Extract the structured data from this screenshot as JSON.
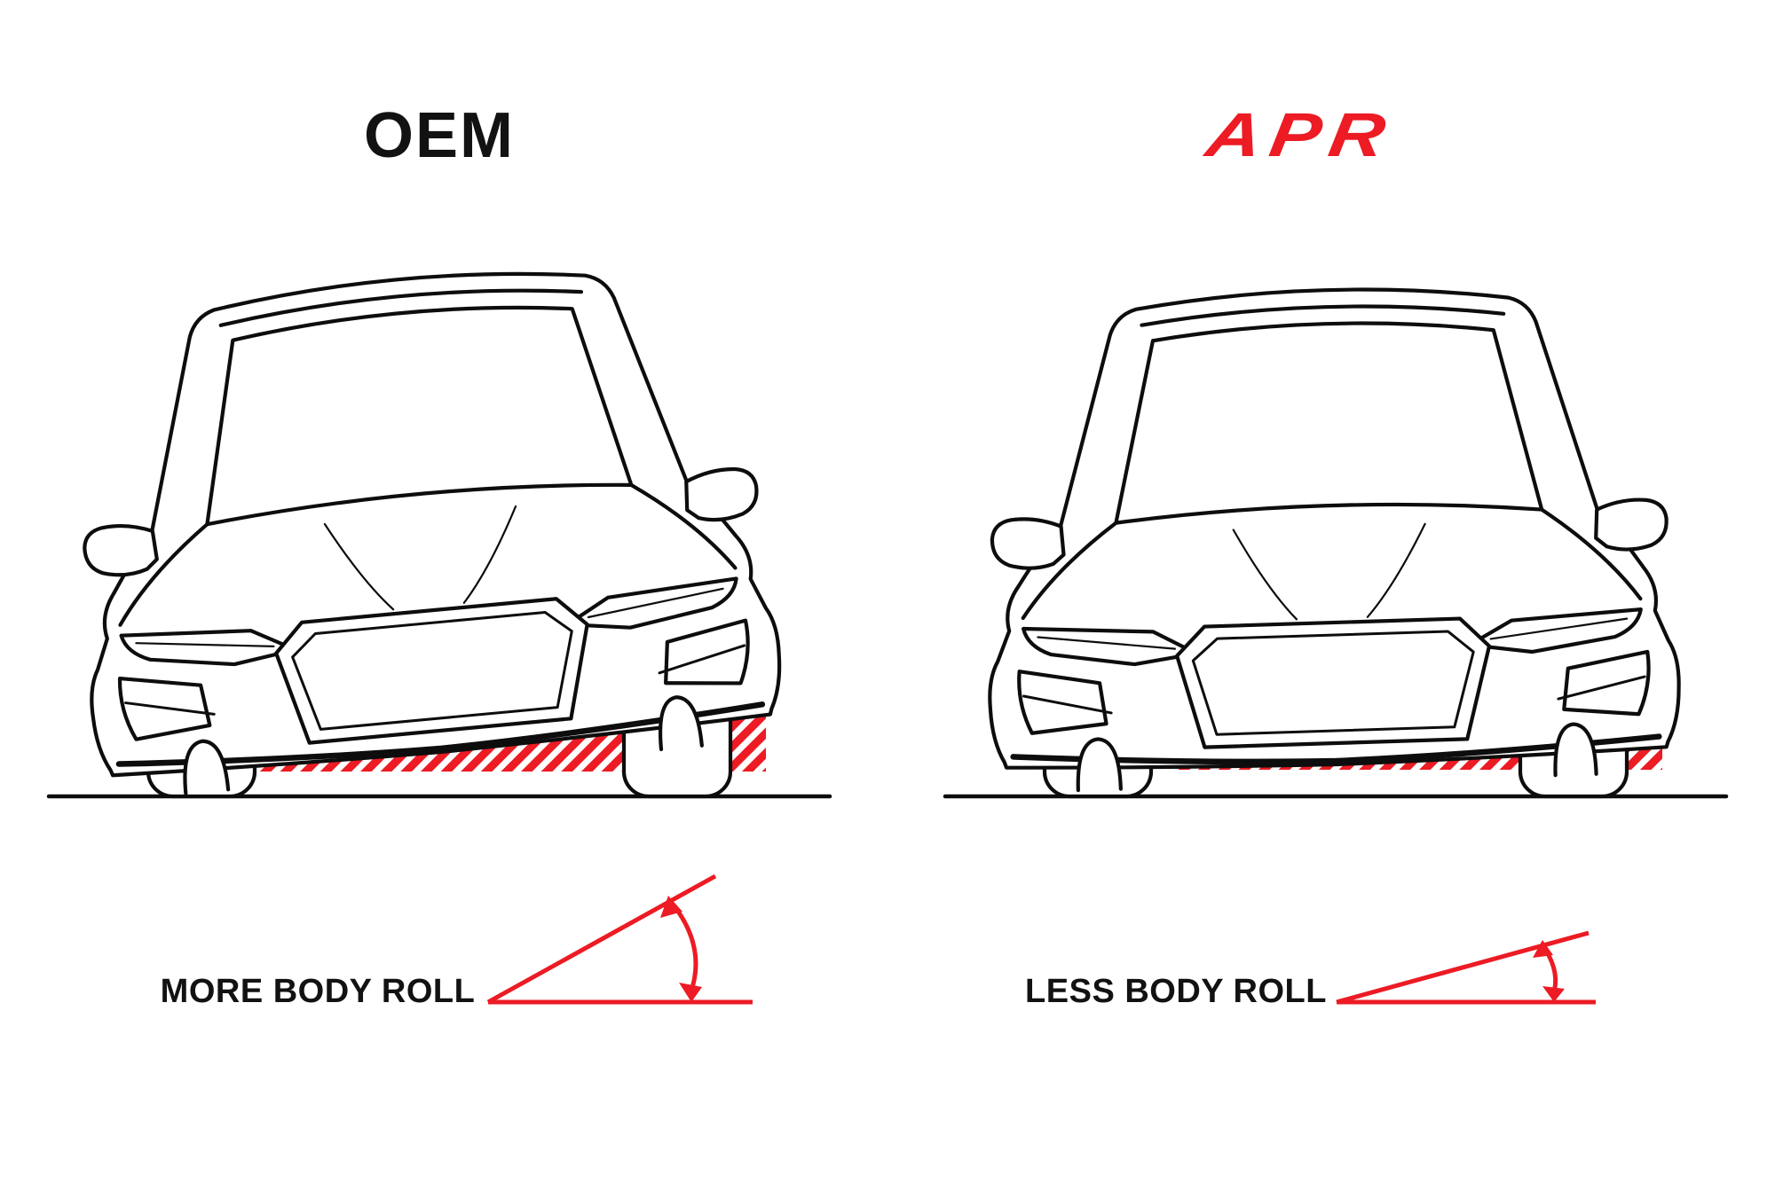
{
  "page": {
    "background": "#FFFFFF"
  },
  "colors": {
    "accent_red": "#EC1B24",
    "line_black": "#0D0D0D",
    "text_black": "#121212"
  },
  "panels": [
    {
      "id": "oem",
      "title": "OEM",
      "caption": "MORE BODY ROLL"
    },
    {
      "id": "apr",
      "title": "APR",
      "caption": "LESS BODY ROLL"
    }
  ]
}
